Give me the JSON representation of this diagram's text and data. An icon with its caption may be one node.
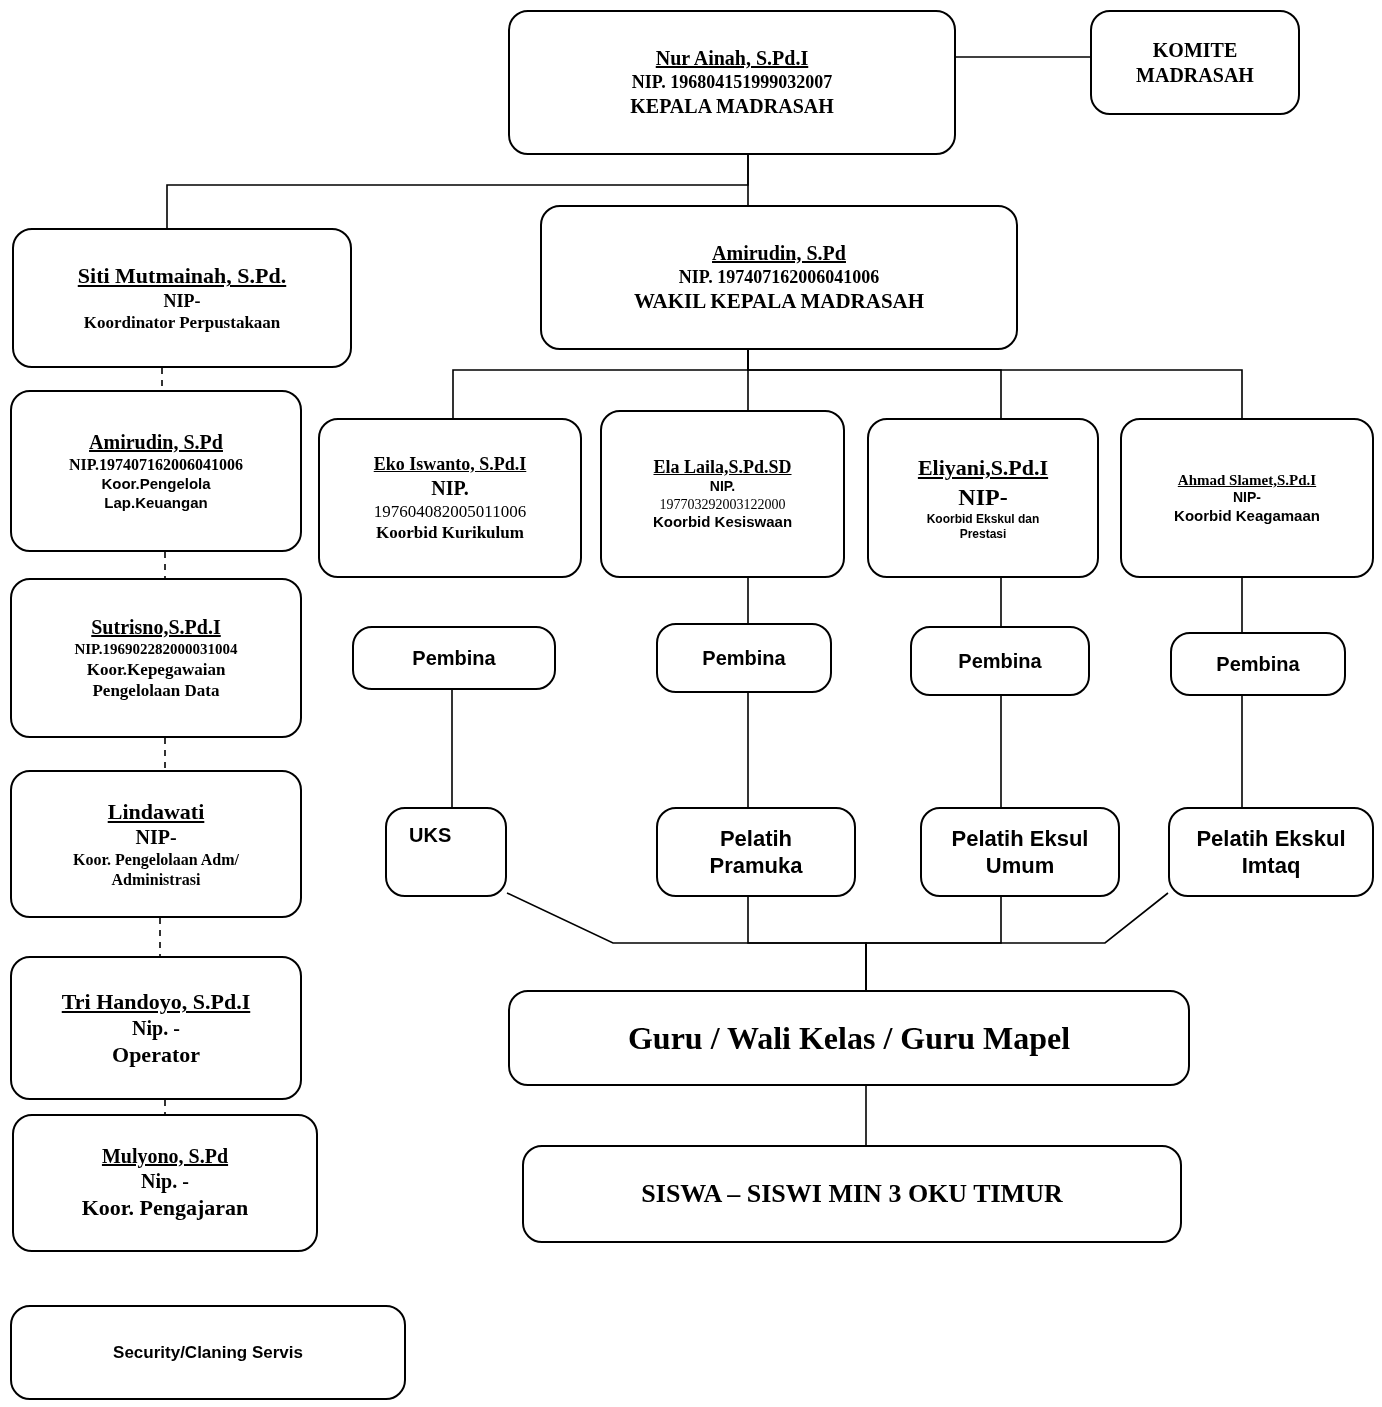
{
  "diagram": {
    "nodes": [
      {
        "text": [
          "Nur Ainah, S.Pd.I",
          "NIP. 196804151999032007",
          "KEPALA MADRASAH"
        ]
      },
      {
        "text": [
          "KOMITE MADRASAH"
        ]
      },
      {
        "text": [
          "Siti Mutmainah, S.Pd.",
          "NIP-",
          "Koordinator Perpustakaan"
        ]
      },
      {
        "text": [
          "Amirudin, S.Pd",
          "NIP. 197407162006041006",
          "WAKIL KEPALA  MADRASAH"
        ]
      },
      {
        "text": [
          "Amirudin, S.Pd",
          "NIP.197407162006041006",
          "Koor.Pengelola Lap.Keuangan"
        ]
      },
      {
        "text": [
          "Sutrisno,S.Pd.I",
          "NIP.196902282000031004",
          "Koor.Kepegawaian Pengelolaan Data"
        ]
      },
      {
        "text": [
          "Lindawati",
          "NIP-",
          "Koor. Pengelolaan Adm/ Administrasi"
        ]
      },
      {
        "text": [
          "Tri Handoyo, S.Pd.I",
          "Nip. -",
          "Operator"
        ]
      },
      {
        "text": [
          "Mulyono, S.Pd",
          "Nip. -",
          "Koor. Pengajaran"
        ]
      },
      {
        "text": [
          "Eko Iswanto, S.Pd.I",
          "NIP.",
          "197604082005011006",
          "Koorbid Kurikulum"
        ]
      },
      {
        "text": [
          "Ela Laila,S.Pd.SD",
          "NIP.",
          "197703292003122000",
          "Koorbid Kesiswaan"
        ]
      },
      {
        "text": [
          "Eliyani,S.Pd.I",
          "NIP-",
          "Koorbid Ekskul dan Prestasi"
        ]
      },
      {
        "text": [
          "Ahmad Slamet,S.Pd.I",
          "NIP-",
          "Koorbid Keagamaan"
        ]
      },
      {
        "text": [
          "Pembina"
        ]
      },
      {
        "text": [
          "Pembina"
        ]
      },
      {
        "text": [
          "Pembina"
        ]
      },
      {
        "text": [
          "Pembina"
        ]
      },
      {
        "text": [
          "UKS"
        ]
      },
      {
        "text": [
          "Pelatih Pramuka"
        ]
      },
      {
        "text": [
          "Pelatih Eksul Umum"
        ]
      },
      {
        "text": [
          "Pelatih Ekskul Imtaq"
        ]
      },
      {
        "text": [
          "Guru / Wali Kelas / Guru Mapel"
        ]
      },
      {
        "text": [
          "SISWA – SISWI MIN 3 OKU TIMUR"
        ]
      },
      {
        "text": [
          "Security/Claning Servis"
        ]
      }
    ],
    "edges": [
      {
        "from": 0,
        "to": 1,
        "arrow": "none"
      },
      {
        "from": 0,
        "to": 2,
        "arrow": "none"
      },
      {
        "from": 0,
        "to": 3,
        "arrow": "none"
      },
      {
        "from": 3,
        "to": 9,
        "arrow": "none"
      },
      {
        "from": 3,
        "to": 10,
        "arrow": "none"
      },
      {
        "from": 3,
        "to": 11,
        "arrow": "none"
      },
      {
        "from": 3,
        "to": 12,
        "arrow": "none"
      },
      {
        "from": 2,
        "to": 4,
        "arrow": "none",
        "style": "dashed"
      },
      {
        "from": 4,
        "to": 5,
        "arrow": "none",
        "style": "dashed"
      },
      {
        "from": 5,
        "to": 6,
        "arrow": "none",
        "style": "dashed"
      },
      {
        "from": 6,
        "to": 7,
        "arrow": "none",
        "style": "dashed"
      },
      {
        "from": 7,
        "to": 8,
        "arrow": "none",
        "style": "dashed"
      },
      {
        "from": 10,
        "to": 14,
        "arrow": "none"
      },
      {
        "from": 11,
        "to": 15,
        "arrow": "none"
      },
      {
        "from": 12,
        "to": 16,
        "arrow": "none"
      },
      {
        "from": 13,
        "to": 17,
        "arrow": "none"
      },
      {
        "from": 14,
        "to": 18,
        "arrow": "none"
      },
      {
        "from": 15,
        "to": 19,
        "arrow": "none"
      },
      {
        "from": 16,
        "to": 20,
        "arrow": "none"
      },
      {
        "from": 17,
        "to": 21,
        "arrow": "none"
      },
      {
        "from": 18,
        "to": 21,
        "arrow": "none"
      },
      {
        "from": 19,
        "to": 21,
        "arrow": "none"
      },
      {
        "from": 20,
        "to": 21,
        "arrow": "none"
      },
      {
        "from": 21,
        "to": 22,
        "arrow": "none"
      }
    ]
  }
}
